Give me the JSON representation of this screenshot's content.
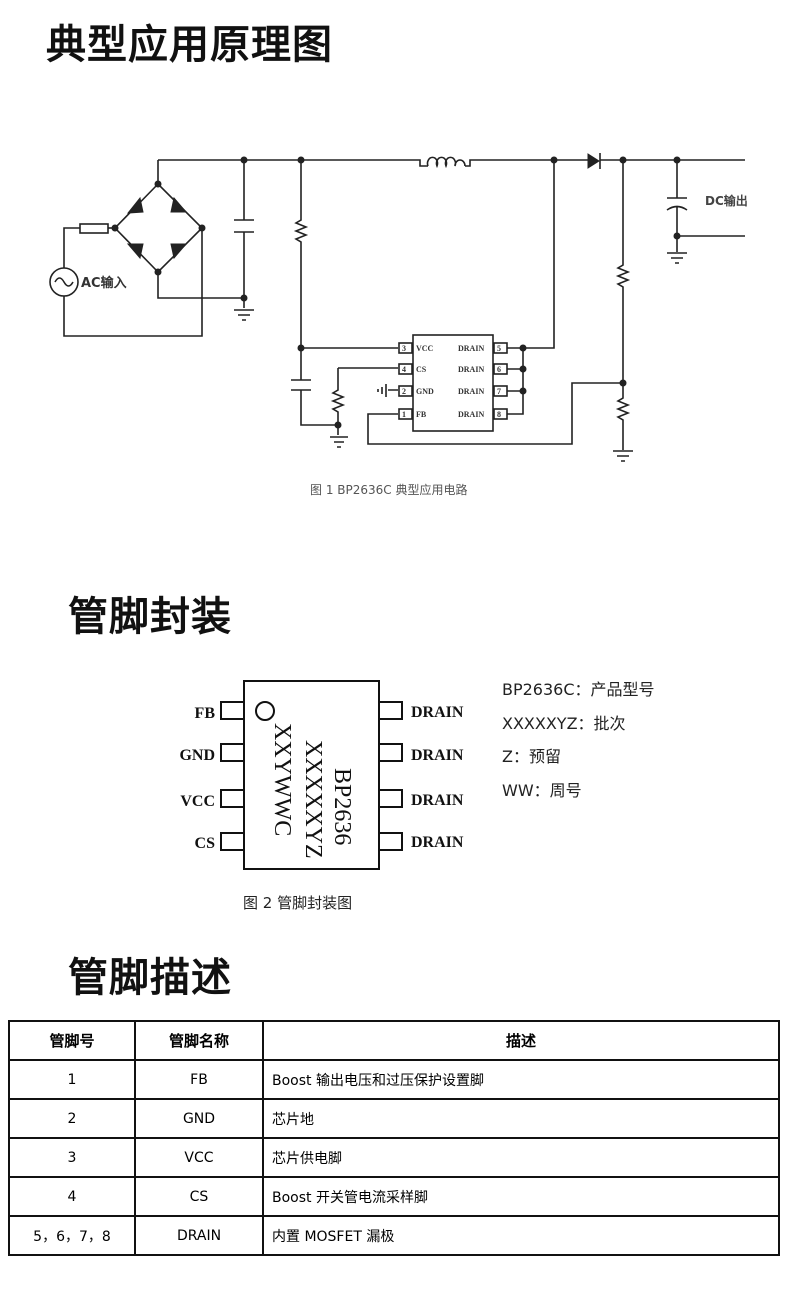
{
  "sections": {
    "circuit_title": "典型应用原理图",
    "package_title": "管脚封装",
    "description_title": "管脚描述"
  },
  "circuit": {
    "caption": "图 1   BP2636C 典型应用电路",
    "ac_label": "AC输入",
    "dc_label": "DC输出",
    "ic_pins_left": [
      {
        "num": "3",
        "name": "VCC"
      },
      {
        "num": "4",
        "name": "CS"
      },
      {
        "num": "2",
        "name": "GND"
      },
      {
        "num": "1",
        "name": "FB"
      }
    ],
    "ic_pins_right": [
      {
        "num": "5",
        "name": "DRAIN"
      },
      {
        "num": "6",
        "name": "DRAIN"
      },
      {
        "num": "7",
        "name": "DRAIN"
      },
      {
        "num": "8",
        "name": "DRAIN"
      }
    ]
  },
  "package": {
    "caption": "图 2  管脚封装图",
    "left_pins": [
      "FB",
      "GND",
      "VCC",
      "CS"
    ],
    "right_pins": [
      "DRAIN",
      "DRAIN",
      "DRAIN",
      "DRAIN"
    ],
    "marking_lines": [
      "BP2636",
      "XXXXXYZ",
      "XXYWWC"
    ],
    "legend": [
      "BP2636C：产品型号",
      "XXXXXYZ：批次",
      "Z：预留",
      "WW：周号"
    ]
  },
  "pin_table": {
    "headers": [
      "管脚号",
      "管脚名称",
      "描述"
    ],
    "rows": [
      {
        "num": "1",
        "name": "FB",
        "desc": "Boost 输出电压和过压保护设置脚"
      },
      {
        "num": "2",
        "name": "GND",
        "desc": "芯片地"
      },
      {
        "num": "3",
        "name": "VCC",
        "desc": "芯片供电脚"
      },
      {
        "num": "4",
        "name": "CS",
        "desc": "Boost 开关管电流采样脚"
      },
      {
        "num": "5，6，7，8",
        "name": "DRAIN",
        "desc": "内置 MOSFET 漏极"
      }
    ]
  }
}
